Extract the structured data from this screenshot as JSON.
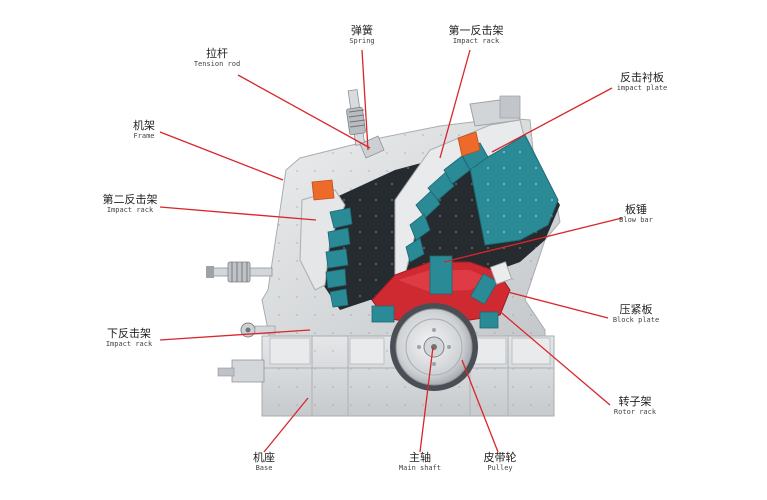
{
  "labels": {
    "tension_rod": {
      "zh": "拉杆",
      "en": "Tension rod"
    },
    "spring": {
      "zh": "弹簧",
      "en": "Spring"
    },
    "impact_rack_1": {
      "zh": "第一反击架",
      "en": "Impact rack"
    },
    "impact_plate": {
      "zh": "反击衬板",
      "en": "impact plate"
    },
    "frame": {
      "zh": "机架",
      "en": "Frame"
    },
    "impact_rack_2": {
      "zh": "第二反击架",
      "en": "Impact rack"
    },
    "blow_bar": {
      "zh": "板锤",
      "en": "Blow bar"
    },
    "block_plate": {
      "zh": "压紧板",
      "en": "Block plate"
    },
    "impact_rack_lower": {
      "zh": "下反击架",
      "en": "Impact rack"
    },
    "rotor_rack": {
      "zh": "转子架",
      "en": "Rotor rack"
    },
    "base": {
      "zh": "机座",
      "en": "Base"
    },
    "main_shaft": {
      "zh": "主轴",
      "en": "Main shaft"
    },
    "pulley": {
      "zh": "皮带轮",
      "en": "Pulley"
    }
  },
  "colors": {
    "leader_line": "#d9262a",
    "frame_gray": "#d6d8da",
    "liner_teal": "#2a8a96",
    "rotor_red": "#cf2a32",
    "pad_orange": "#ee6a2a"
  }
}
